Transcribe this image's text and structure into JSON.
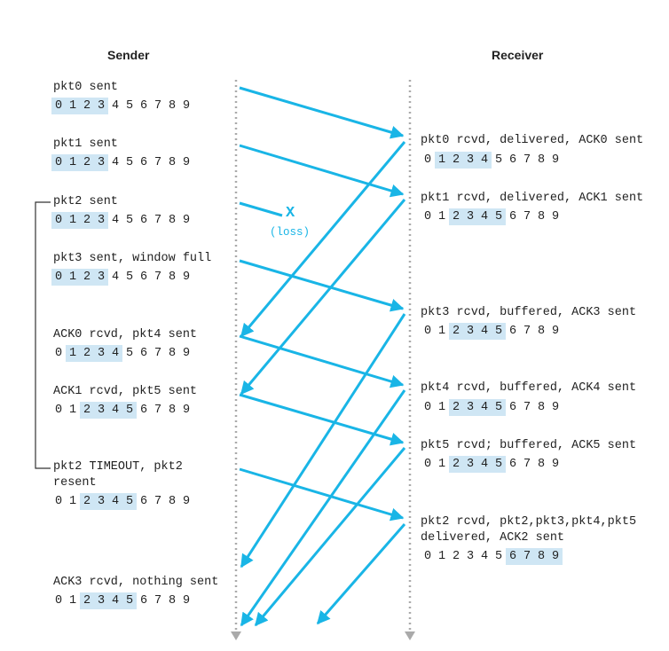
{
  "sender_title": "Sender",
  "receiver_title": "Receiver",
  "loss": {
    "mark": "X",
    "label": "(loss)"
  },
  "colors": {
    "arrow": "#19b5e6",
    "window": "#cfe6f4",
    "timeline": "#aaaaaa",
    "bracket": "#333333"
  },
  "sender_events": [
    {
      "text": "pkt0 sent",
      "window": [
        0,
        1,
        2,
        3
      ]
    },
    {
      "text": "pkt1 sent",
      "window": [
        0,
        1,
        2,
        3
      ]
    },
    {
      "text": "pkt2 sent",
      "window": [
        0,
        1,
        2,
        3
      ]
    },
    {
      "text": "pkt3 sent, window full",
      "window": [
        0,
        1,
        2,
        3
      ]
    },
    {
      "text": "ACK0 rcvd, pkt4 sent",
      "window": [
        1,
        2,
        3,
        4
      ]
    },
    {
      "text": "ACK1 rcvd, pkt5 sent",
      "window": [
        2,
        3,
        4,
        5
      ]
    },
    {
      "text": "pkt2 TIMEOUT, pkt2\nresent",
      "window": [
        2,
        3,
        4,
        5
      ]
    },
    {
      "text": "ACK3 rcvd, nothing sent",
      "window": [
        2,
        3,
        4,
        5
      ]
    }
  ],
  "receiver_events": [
    {
      "text": "pkt0 rcvd, delivered, ACK0 sent",
      "window": [
        1,
        2,
        3,
        4
      ]
    },
    {
      "text": "pkt1 rcvd, delivered, ACK1 sent",
      "window": [
        2,
        3,
        4,
        5
      ]
    },
    {
      "text": "pkt3 rcvd, buffered, ACK3 sent",
      "window": [
        2,
        3,
        4,
        5
      ]
    },
    {
      "text": "pkt4 rcvd, buffered, ACK4 sent",
      "window": [
        2,
        3,
        4,
        5
      ]
    },
    {
      "text": "pkt5 rcvd; buffered, ACK5 sent",
      "window": [
        2,
        3,
        4,
        5
      ]
    },
    {
      "text": "pkt2 rcvd, pkt2,pkt3,pkt4,pkt5\ndelivered, ACK2 sent",
      "window": [
        6,
        7,
        8,
        9
      ]
    }
  ],
  "sequence_numbers": [
    "0",
    "1",
    "2",
    "3",
    "4",
    "5",
    "6",
    "7",
    "8",
    "9"
  ]
}
